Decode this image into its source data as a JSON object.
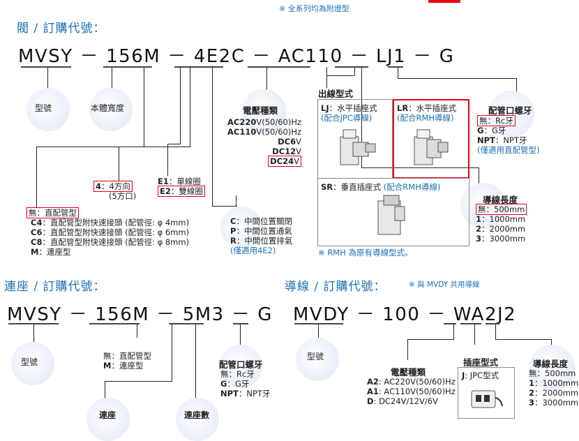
{
  "top_note": "※ 全系列均為附燈型",
  "valve": {
    "title": "閥 / 訂購代號：",
    "code": {
      "series": "MVSY",
      "d1": "－",
      "width": "156M",
      "d2": "－",
      "pos": "4E2C",
      "d3": "－",
      "volt": "AC110",
      "d4": "－",
      "outlet": "LJ1",
      "d5": "－",
      "thread": "G"
    },
    "model_label": "型號",
    "body_width_label": "本體寬度",
    "voltage": {
      "title": "電壓種類",
      "items": [
        {
          "code": "AC220",
          "rest": "V(50/60)Hz"
        },
        {
          "code": "AC110",
          "rest": "V(50/60)Hz"
        },
        {
          "code": "DC6",
          "rest": "V"
        },
        {
          "code": "DC12",
          "rest": "V"
        },
        {
          "code": "DC24",
          "rest": "V"
        }
      ]
    },
    "outlet": {
      "title": "出線型式",
      "lj_code": "LJ",
      "lj_text": "：水平插座式",
      "lj_sub": "(配合JPC導線)",
      "lr_code": "LR",
      "lr_text": "：水平插座式",
      "lr_sub": "(配合RMH導線)",
      "sr_code": "SR",
      "sr_text": "：垂直插座式",
      "sr_sub": "(配合RMH導線)",
      "note": "※ RMH 為原有導線型式。"
    },
    "thread": {
      "title": "配管口螺牙",
      "none_label": "無：",
      "none_val": "Rc牙",
      "g_code": "G",
      "g_val": "：G牙",
      "npt_code": "NPT",
      "npt_val": "：NPT牙",
      "note": "(僅適用直配管型)"
    },
    "wire_length": {
      "title": "導線長度",
      "none_label": "無：",
      "none_val": "500mm",
      "items": [
        {
          "code": "1",
          "val": "：1000mm"
        },
        {
          "code": "2",
          "val": "：2000mm"
        },
        {
          "code": "3",
          "val": "：3000mm"
        }
      ]
    },
    "width": {
      "code": "4",
      "val": "：4方向",
      "sub": "(5方口)"
    },
    "coil": [
      {
        "code": "E1",
        "val": "：單線圈"
      },
      {
        "code": "E2",
        "val": "：雙線圈"
      }
    ],
    "pipe": {
      "none": "無：直配管型",
      "items": [
        {
          "code": "C4",
          "val": "：直配管型附快速接頭 (配管徑: φ 4mm)"
        },
        {
          "code": "C6",
          "val": "：直配管型附快速接頭 (配管徑: φ 6mm)"
        },
        {
          "code": "C8",
          "val": "：直配管型附快速接頭 (配管徑: φ 8mm)"
        },
        {
          "code": "M",
          "val": "：連座型"
        }
      ]
    },
    "center": {
      "items": [
        {
          "code": "C",
          "val": "：中間位置關閉"
        },
        {
          "code": "P",
          "val": "：中間位置通氣"
        },
        {
          "code": "R",
          "val": "：中間位置排氣"
        }
      ],
      "note": "(僅適用4E2)"
    }
  },
  "base": {
    "title": "連座 / 訂購代號：",
    "code": {
      "series": "MVSY",
      "d1": "－",
      "width": "156M",
      "d2": "－",
      "mani": "5M3",
      "d3": "－",
      "thread": "G"
    },
    "model_label": "型號",
    "pipe_none": "無：直配管型",
    "pipe_m_code": "M",
    "pipe_m_val": "：連座型",
    "thread_title": "配管口螺牙",
    "thread_none": "無：Rc牙",
    "thread_g_code": "G",
    "thread_g_val": "：G牙",
    "thread_npt_code": "NPT",
    "thread_npt_val": "：NPT牙",
    "bottom1": "連座",
    "bottom2": "連座數"
  },
  "wire": {
    "title": "導線 / 訂購代號：",
    "note": "※ 與 MVDY 共用導線",
    "code": {
      "series": "MVDY",
      "d1": "－",
      "len": "100",
      "d2": "－",
      "type": "WA2J2"
    },
    "model_label": "型號",
    "voltage_title": "電壓種類",
    "voltage_items": [
      {
        "code": "A2",
        "val": ": AC220V(50/60)Hz"
      },
      {
        "code": "A1",
        "val": ": AC110V(50/60)Hz"
      },
      {
        "code": "D",
        "val": ": DC24V/12V/6V"
      }
    ],
    "socket_title": "插座型式",
    "socket_j_code": "J",
    "socket_j_val": ": JPC型式",
    "len_title": "導線長度",
    "len_none": "無：500mm",
    "len_items": [
      {
        "code": "1",
        "val": "：1000mm"
      },
      {
        "code": "2",
        "val": "：2000mm"
      },
      {
        "code": "3",
        "val": "：3000mm"
      }
    ]
  },
  "colors": {
    "blue": "#1a6fb5",
    "red": "#e60012"
  }
}
